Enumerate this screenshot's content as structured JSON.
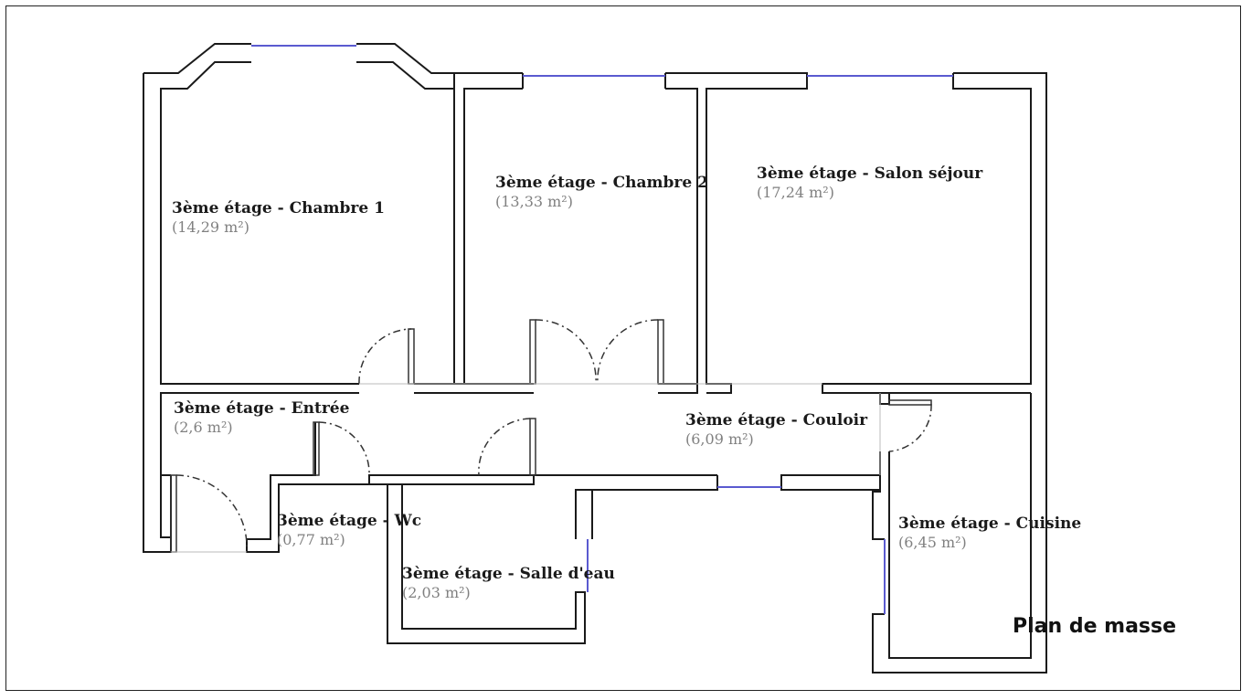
{
  "plan": {
    "title": "Plan de masse",
    "wall_color": "#1a1a1a",
    "window_color": "#5a5ad0",
    "door_arc_color": "#333333"
  },
  "rooms": [
    {
      "id": "chambre-1",
      "name": "3ème étage - Chambre 1",
      "area": "(14,29 m²)"
    },
    {
      "id": "chambre-2",
      "name": "3ème étage - Chambre 2",
      "area": "(13,33 m²)"
    },
    {
      "id": "salon-sejour",
      "name": "3ème étage - Salon séjour",
      "area": "(17,24 m²)"
    },
    {
      "id": "entree",
      "name": "3ème étage - Entrée",
      "area": "(2,6 m²)"
    },
    {
      "id": "couloir",
      "name": "3ème étage - Couloir",
      "area": "(6,09 m²)"
    },
    {
      "id": "wc",
      "name": "3ème étage - Wc",
      "area": "(0,77 m²)"
    },
    {
      "id": "salle-deau",
      "name": "3ème étage - Salle d'eau",
      "area": "(2,03 m²)"
    },
    {
      "id": "cuisine",
      "name": "3ème étage - Cuisine",
      "area": "(6,45 m²)"
    }
  ]
}
